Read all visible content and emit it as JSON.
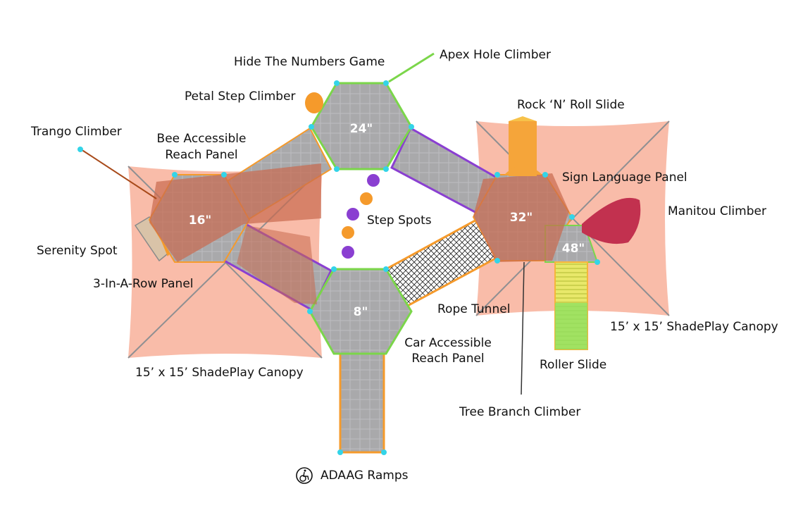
{
  "colors": {
    "canopy": "#f7a58c",
    "deck": "#a9a9ab",
    "deck_grid": "#c8c8ca",
    "roof": "#c96a4e",
    "accent_orange": "#f59a2b",
    "accent_purple": "#8a3fd1",
    "accent_green": "#7bd64a",
    "manitou": "#c2314f",
    "post": "#33d4e8"
  },
  "decks": {
    "d24": "24\"",
    "d16": "16\"",
    "d8": "8\"",
    "d32": "32\"",
    "d48": "48\""
  },
  "labels": {
    "apex": "Apex Hole Climber",
    "hide": "Hide The Numbers Game",
    "petal": "Petal Step Climber",
    "rock": "Rock ‘N’ Roll Slide",
    "trango": "Trango Climber",
    "bee_1": "Bee Accessible",
    "bee_2": "Reach Panel",
    "sign": "Sign Language Panel",
    "manitou": "Manitou Climber",
    "step": "Step Spots",
    "serenity": "Serenity Spot",
    "row3": "3-In-A-Row Panel",
    "rope": "Rope Tunnel",
    "canopy_right": "15’ x 15’ ShadePlay Canopy",
    "car_1": "Car Accessible",
    "car_2": "Reach Panel",
    "roller": "Roller Slide",
    "canopy_left": "15’ x 15’ ShadePlay Canopy",
    "tree": "Tree Branch Climber",
    "ramps": "ADAAG Ramps"
  },
  "icons": {
    "ramps": "wheelchair-icon"
  }
}
